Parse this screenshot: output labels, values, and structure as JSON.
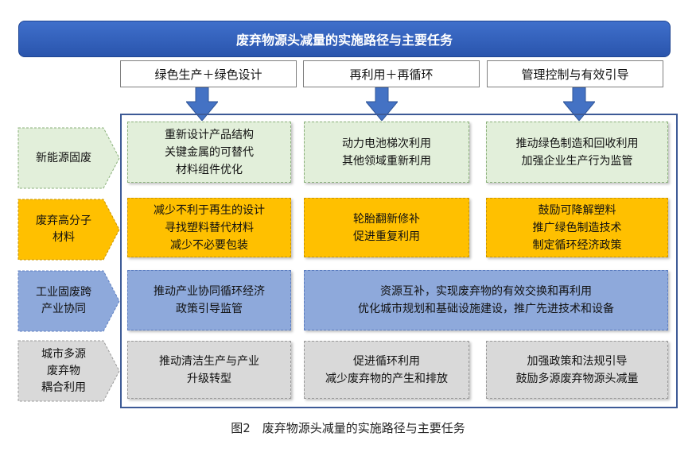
{
  "title": "废弃物源头减量的实施路径与主要任务",
  "columns": [
    "绿色生产＋绿色设计",
    "再利用＋再循环",
    "管理控制与有效引导"
  ],
  "colors": {
    "title_bar": "#2f5fbf",
    "green": "#e2efda",
    "orange": "#ffc000",
    "blue": "#8ea9db",
    "gray": "#d9d9d9",
    "arrow": "#4472c4"
  },
  "rows": [
    {
      "label": [
        "新能源固废"
      ],
      "cells": [
        [
          "重新设计产品结构",
          "关键金属的可替代",
          "材料组件优化"
        ],
        [
          "动力电池梯次利用",
          "其他领域重新利用"
        ],
        [
          "推动绿色制造和回收利用",
          "加强企业生产行为监管"
        ]
      ]
    },
    {
      "label": [
        "废弃高分子",
        "材料"
      ],
      "cells": [
        [
          "减少不利于再生的设计",
          "寻找塑料替代材料",
          "减少不必要包装"
        ],
        [
          "轮胎翻新修补",
          "促进重复利用"
        ],
        [
          "鼓励可降解塑料",
          "推广绿色制造技术",
          "制定循环经济政策"
        ]
      ]
    },
    {
      "label": [
        "工业固废跨",
        "产业协同"
      ],
      "cells": [
        [
          "推动产业协同循环经济",
          "政策引导监管"
        ],
        [
          "资源互补，实现废弃物的有效交换和再利用",
          "优化城市规划和基础设施建设，推广先进技术和设备"
        ]
      ]
    },
    {
      "label": [
        "城市多源",
        "废弃物",
        "耦合利用"
      ],
      "cells": [
        [
          "推动清洁生产与产业",
          "升级转型"
        ],
        [
          "促进循环利用",
          "减少废弃物的产生和排放"
        ],
        [
          "加强政策和法规引导",
          "鼓励多源废弃物源头减量"
        ]
      ]
    }
  ],
  "caption": "图2　废弃物源头减量的实施路径与主要任务"
}
